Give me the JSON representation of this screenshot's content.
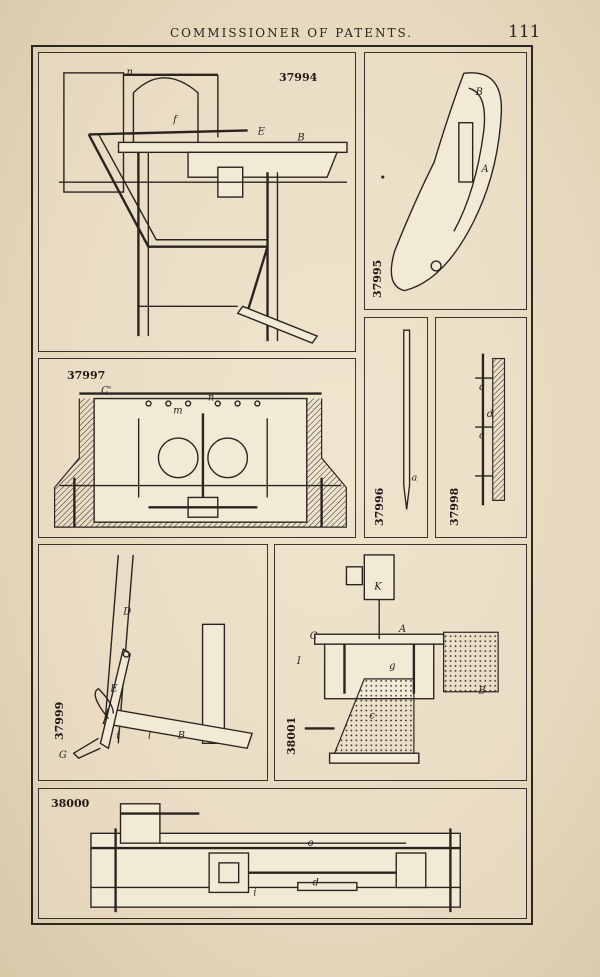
{
  "header": {
    "title": "COMMISSIONER OF PATENTS.",
    "page_number": "111"
  },
  "plates": [
    {
      "id": "37994",
      "label": "37994",
      "letters": [
        "n",
        "f",
        "E",
        "B"
      ]
    },
    {
      "id": "37995",
      "label": "37995",
      "letters": [
        "B",
        "A"
      ]
    },
    {
      "id": "37997",
      "label": "37997",
      "letters": [
        "C'",
        "n",
        "m"
      ]
    },
    {
      "id": "37996",
      "label": "37996",
      "letters": [
        "a"
      ]
    },
    {
      "id": "37998",
      "label": "37998",
      "letters": [
        "c",
        "d",
        "c"
      ]
    },
    {
      "id": "37999",
      "label": "37999",
      "letters": [
        "D",
        "E",
        "B",
        "G",
        "i",
        "l"
      ]
    },
    {
      "id": "38001",
      "label": "38001",
      "letters": [
        "K",
        "C",
        "I",
        "A",
        "B",
        "c",
        "g"
      ]
    },
    {
      "id": "38000",
      "label": "38000",
      "letters": [
        "o",
        "i",
        "d"
      ]
    }
  ],
  "colors": {
    "ink": "#2a2420",
    "paper": "#e8dcc3"
  }
}
